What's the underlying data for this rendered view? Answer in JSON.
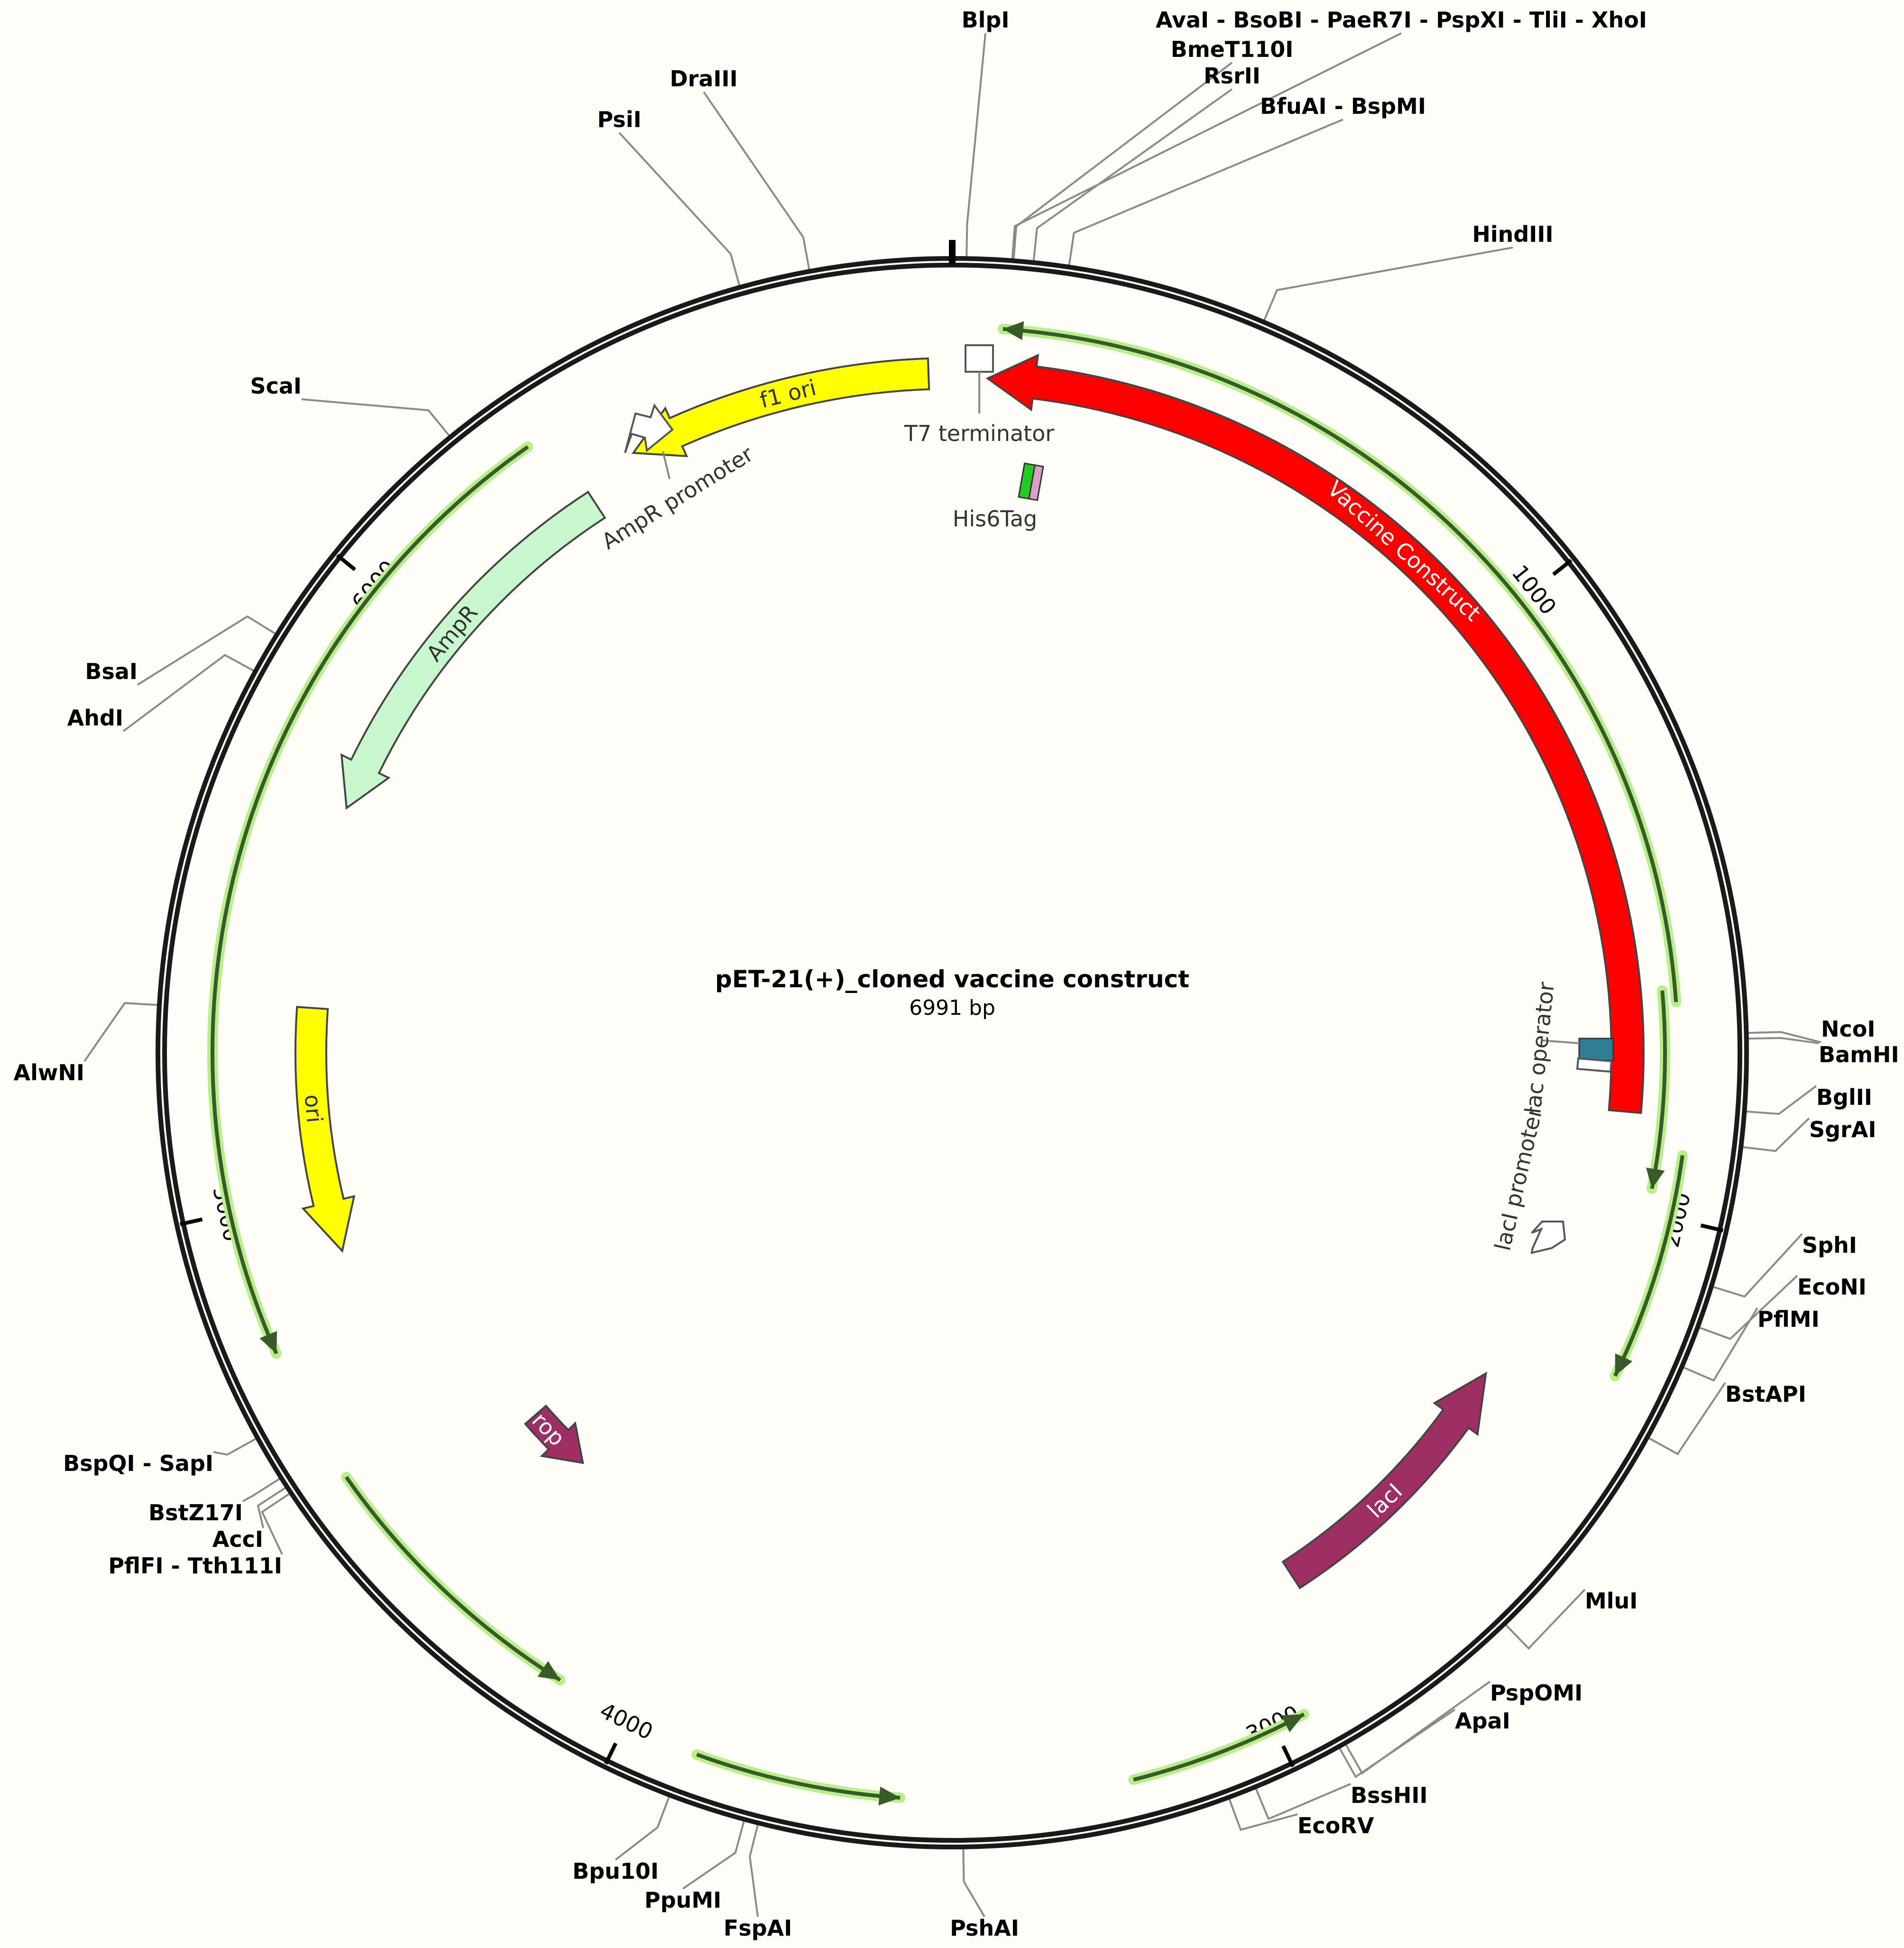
{
  "plasmid": {
    "name": "pET-21(+)_cloned vaccine construct",
    "length_label": "6991 bp",
    "length_bp": 6991
  },
  "tick_labels": [
    "1000",
    "2000",
    "3000",
    "4000",
    "5000",
    "6000"
  ],
  "restriction_sites": [
    {
      "label": "BlpI",
      "bp": 20
    },
    {
      "label": "AvaI - BsoBI - PaeR7I - PspXI - TliI - XhoI",
      "bp": 84
    },
    {
      "label": "BmeT110I",
      "bp": 86
    },
    {
      "label": "RsrII",
      "bp": 114
    },
    {
      "label": "BfuAI - BspMI",
      "bp": 164
    },
    {
      "label": "HindIII",
      "bp": 448
    },
    {
      "label": "NcoI",
      "bp": 1720
    },
    {
      "label": "BamHI",
      "bp": 1728
    },
    {
      "label": "BglII",
      "bp": 1830
    },
    {
      "label": "SgrAI",
      "bp": 1880
    },
    {
      "label": "SphI",
      "bp": 2080
    },
    {
      "label": "EcoNI",
      "bp": 2140
    },
    {
      "label": "PflMI",
      "bp": 2200
    },
    {
      "label": "BstAPI",
      "bp": 2310
    },
    {
      "label": "MluI",
      "bp": 2640
    },
    {
      "label": "PspOMI",
      "bp": 2920
    },
    {
      "label": "ApaI",
      "bp": 2930
    },
    {
      "label": "BssHII",
      "bp": 3060
    },
    {
      "label": "EcoRV",
      "bp": 3100
    },
    {
      "label": "PshAI",
      "bp": 3480
    },
    {
      "label": "FspAI",
      "bp": 3770
    },
    {
      "label": "PpuMI",
      "bp": 3790
    },
    {
      "label": "Bpu10I",
      "bp": 3900
    },
    {
      "label": "PflFI - Tth111I",
      "bp": 4590
    },
    {
      "label": "AccI",
      "bp": 4600
    },
    {
      "label": "BstZ17I",
      "bp": 4615
    },
    {
      "label": "BspQI - SapI",
      "bp": 4680
    },
    {
      "label": "AlwNI",
      "bp": 5310
    },
    {
      "label": "AhdI",
      "bp": 5800
    },
    {
      "label": "BsaI",
      "bp": 5860
    },
    {
      "label": "ScaI",
      "bp": 6230
    },
    {
      "label": "PsiI",
      "bp": 6690
    },
    {
      "label": "DraIII",
      "bp": 6790
    }
  ],
  "features": [
    {
      "name": "Vaccine Construct",
      "color": "#ff0000"
    },
    {
      "name": "lacI",
      "color": "#9e2f64"
    },
    {
      "name": "rop",
      "color": "#9e2f64"
    },
    {
      "name": "ori",
      "color": "#ffff00"
    },
    {
      "name": "AmpR",
      "color": "#c8f7cd"
    },
    {
      "name": "f1 ori",
      "color": "#ffff00"
    }
  ],
  "small_features": {
    "t7_terminator": "T7 terminator",
    "his6tag": "His6Tag",
    "ampr_promoter": "AmpR promoter",
    "lac_operator": "lac operator",
    "laci_promoter": "lacI promoter"
  },
  "colors": {
    "background": "#fffdf7",
    "backbone": "#1a1a1a",
    "orf_glow": "#b7f08a",
    "orf_line": "#3a5a2a"
  }
}
